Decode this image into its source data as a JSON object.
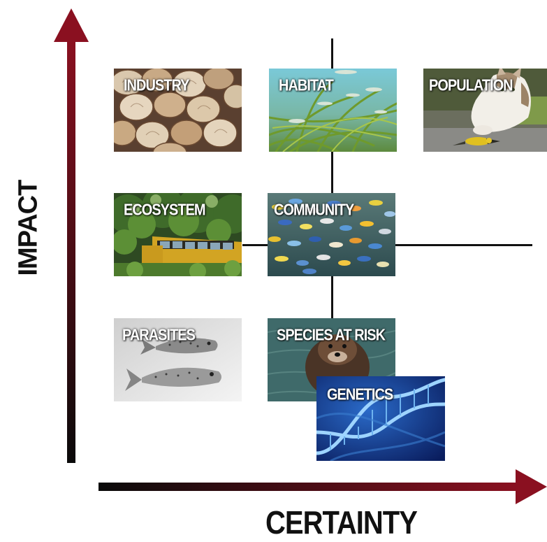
{
  "axes": {
    "y_label": "IMPACT",
    "x_label": "CERTAINTY",
    "arrow_color": "#8a1020"
  },
  "tiles": {
    "industry": {
      "label": "INDUSTRY",
      "image": "clam-shells"
    },
    "habitat": {
      "label": "HABITAT",
      "image": "seagrass-with-fish"
    },
    "population": {
      "label": "POPULATION",
      "image": "cat-with-bird"
    },
    "ecosystem": {
      "label": "ECOSYSTEM",
      "image": "overgrown-school-bus"
    },
    "community": {
      "label": "COMMUNITY",
      "image": "colorful-fish-school"
    },
    "parasites": {
      "label": "PARASITES",
      "image": "two-fish-grayscale"
    },
    "species_at_risk": {
      "label": "SPECIES AT RISK",
      "image": "sea-otter"
    },
    "genetics": {
      "label": "GENETICS",
      "image": "dna-helix"
    }
  }
}
